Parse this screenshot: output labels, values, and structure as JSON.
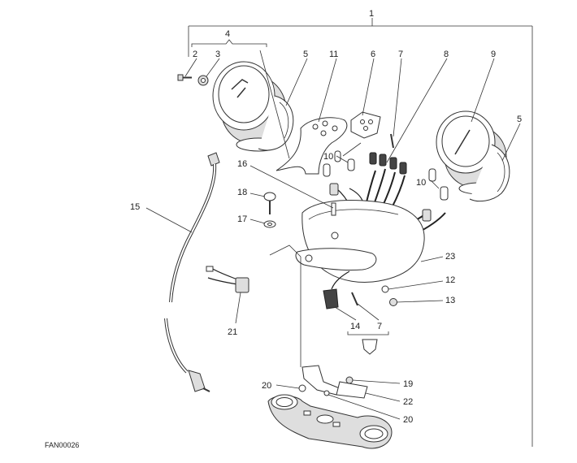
{
  "diagram": {
    "reference_code": "FAN00026",
    "callouts": {
      "c1": "1",
      "c2": "2",
      "c3": "3",
      "c4": "4",
      "c5a": "5",
      "c5b": "5",
      "c6": "6",
      "c7a": "7",
      "c7b": "7",
      "c8": "8",
      "c9": "9",
      "c10a": "10",
      "c10b": "10",
      "c11": "11",
      "c12": "12",
      "c13": "13",
      "c14": "14",
      "c15": "15",
      "c16": "16",
      "c17": "17",
      "c18": "18",
      "c19": "19",
      "c20a": "20",
      "c20b": "20",
      "c21": "21",
      "c22": "22",
      "c23": "23"
    }
  }
}
